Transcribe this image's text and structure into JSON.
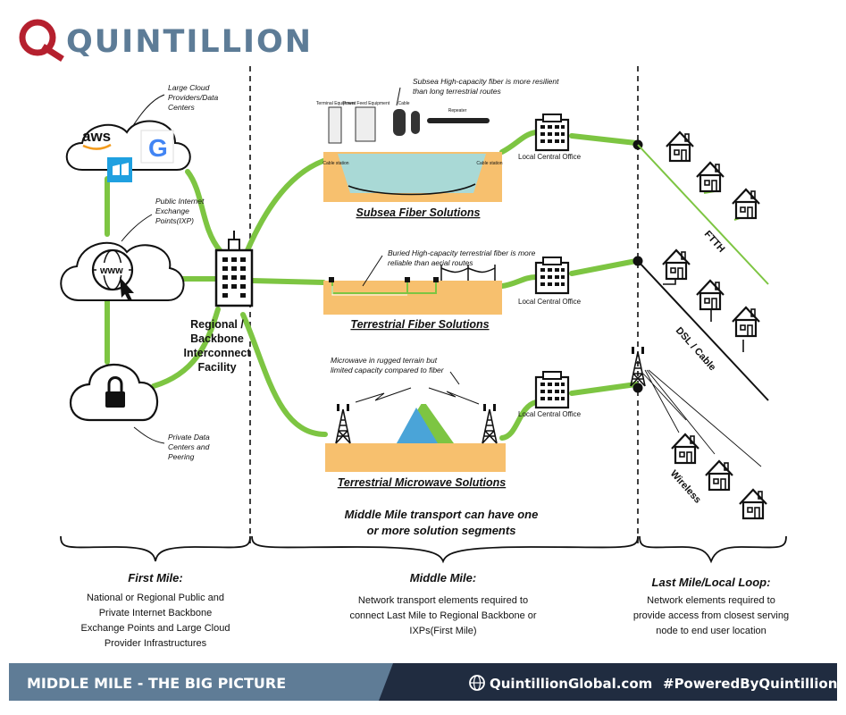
{
  "brand": {
    "name": "QUINTILLION",
    "logo_letter": "Q"
  },
  "first_mile": {
    "cloud_note": "Large Cloud Providers/Data Centers",
    "ixp_note": "Public Internet Exchange Points(IXP)",
    "private_note": "Private Data Centers and Peering",
    "aws_label": "aws",
    "google_label": "G",
    "www_label": "www"
  },
  "facility": {
    "line1": "Regional /",
    "line2": "Backbone",
    "line3": "Interconnect",
    "line4": "Facility"
  },
  "subsea": {
    "note1": "Subsea High-capacity fiber is more resilient",
    "note2": "than long terrestrial routes",
    "title": "Subsea Fiber Solutions",
    "eq_terminal": "Terminal Equipment",
    "eq_power": "Power Feed Equipment",
    "eq_cable": "Cable",
    "eq_repeater": "Repeater",
    "cable_station": "Cable station",
    "office": "Local Central Office"
  },
  "terrestrial": {
    "note1": "Buried High-capacity terrestrial fiber is more",
    "note2": "reliable than aerial routes",
    "title": "Terrestrial Fiber Solutions",
    "office": "Local Central Office"
  },
  "microwave": {
    "note1": "Microwave in rugged terrain but",
    "note2": "limited capacity compared to fiber",
    "title": "Terrestrial Microwave Solutions",
    "office": "Local Central Office"
  },
  "middle_note": {
    "line1": "Middle Mile transport can have one",
    "line2": "or more solution segments"
  },
  "last_mile": {
    "ftth": "FTTH",
    "dsl": "DSL / Cable",
    "wireless": "Wireless"
  },
  "sections": [
    {
      "title": "First Mile:",
      "lines": [
        "National or Regional Public and",
        "Private Internet Backbone",
        "Exchange Points and Large Cloud",
        "Provider Infrastructures"
      ]
    },
    {
      "title": "Middle Mile:",
      "lines": [
        "Network transport elements required to",
        "connect Last Mile to Regional Backbone or",
        "IXPs(First Mile)"
      ]
    },
    {
      "title": "Last Mile/Local Loop:",
      "lines": [
        "Network elements required to",
        "provide access from closest serving",
        "node to end user location"
      ]
    }
  ],
  "footer": {
    "title": "MIDDLE MILE - THE BIG PICTURE",
    "site": "QuintillionGlobal.com",
    "tag": "#PoweredByQuintillion"
  },
  "colors": {
    "green": "#7dc542",
    "sand": "#f7c06e",
    "sea": "#a9d9d6",
    "brand_blue": "#5d7c97",
    "brand_red": "#b5202e",
    "footer_bg": "#5f7c96",
    "footer_dark": "#202c40"
  }
}
